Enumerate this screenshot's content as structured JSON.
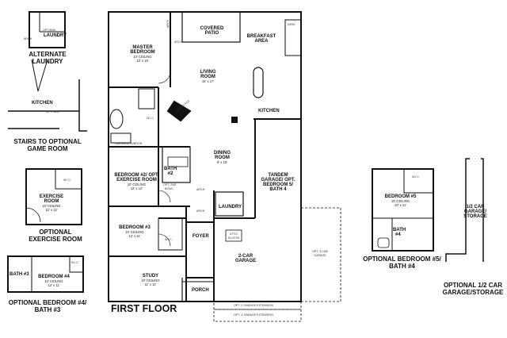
{
  "alternate_laundry": {
    "title_l1": "ALTERNATE",
    "title_l2": "LAUNDRY",
    "room": "LAUNDRY",
    "arch": "ARCH",
    "opt_sink_l1": "OPT.",
    "opt_sink_l2": "SINK"
  },
  "stairs": {
    "kitchen": "KITCHEN",
    "opt_sill": "OPT. SILL",
    "title_l1": "STAIRS TO OPTIONAL",
    "title_l2": "GAME ROOM"
  },
  "exercise_room": {
    "room_l1": "EXERCISE",
    "room_l2": "ROOM",
    "ceiling": "10' CEILING",
    "size": "12' x 12'",
    "wic": "W.I.C.",
    "title_l1": "OPTIONAL",
    "title_l2": "EXERCISE ROOM"
  },
  "bedroom4": {
    "bath": "BATH #3",
    "room": "BEDROOM #4",
    "ceiling": "10' CEILING",
    "size": "12' x 11'",
    "wic": "W.I.C.",
    "title_l1": "OPTIONAL BEDROOM #4/",
    "title_l2": "BATH #3"
  },
  "first_floor": {
    "title": "FIRST FLOOR",
    "master_l1": "MASTER",
    "master_l2": "BEDROOM",
    "master_ceiling": "10' CEILING",
    "master_size": "13' x 16'",
    "covered_l1": "COVERED",
    "covered_l2": "PATIO",
    "breakfast_l1": "BREAKFAST",
    "breakfast_l2": "AREA",
    "living_l1": "LIVING",
    "living_l2": "ROOM",
    "living_size": "15' x 17'",
    "fireplace": "FIREPLACE",
    "wic": "W.I.C.",
    "dressing_mirror": "DRESSING MIRROR",
    "kitchen": "KITCHEN",
    "dining_l1": "DINING",
    "dining_l2": "ROOM",
    "dining_size": "9' x 15'",
    "bed2_l1": "BEDROOM #2/ OPT.",
    "bed2_l2": "EXERCISE ROOM",
    "bed2_ceiling": "10' CEILING",
    "bed2_size": "12' x 12'",
    "bath2_l1": "BATH",
    "bath2_l2": "#2",
    "opt_bowl_l1": "OPT. 2ND",
    "opt_bowl_l2": "BOWL",
    "tandem_l1": "TANDEM",
    "tandem_l2": "GARAGE/ OPT.",
    "tandem_l3": "BEDROOM 5/",
    "tandem_l4": "BATH 4",
    "laundry": "LAUNDRY",
    "bed3": "BEDROOM #3",
    "bed3_ceiling": "10' CEILING",
    "bed3_size": "12' x 11'",
    "foyer": "FOYER",
    "attic_l1": "ATTIC",
    "attic_l2": "ACCESS",
    "garage_l1": "2-CAR",
    "garage_l2": "GARAGE",
    "opt3_l1": "OPT. 3-CAR",
    "opt3_l2": "GARAGE",
    "study": "STUDY",
    "study_ceiling": "10' CEILING",
    "study_size": "11' x 11'",
    "porch": "PORCH",
    "ext2": "OPT. 2' GARAGE EXTENSION",
    "ext4": "OPT. 4' GARAGE EXTENSION",
    "arch": "ARCH",
    "desk": "DESK"
  },
  "bedroom5": {
    "room": "BEDROOM #5",
    "ceiling": "10' CEILING",
    "size": "10' x 11'",
    "bath_l1": "BATH",
    "bath_l2": "#4",
    "wic": "W.I.C.",
    "title_l1": "OPTIONAL BEDROOM #5/",
    "title_l2": "BATH #4"
  },
  "half_garage": {
    "room_l1": "1/2 CAR",
    "room_l2": "GARAGE/",
    "room_l3": "STORAGE",
    "title_l1": "OPTIONAL 1/2 CAR",
    "title_l2": "GARAGE/STORAGE"
  }
}
